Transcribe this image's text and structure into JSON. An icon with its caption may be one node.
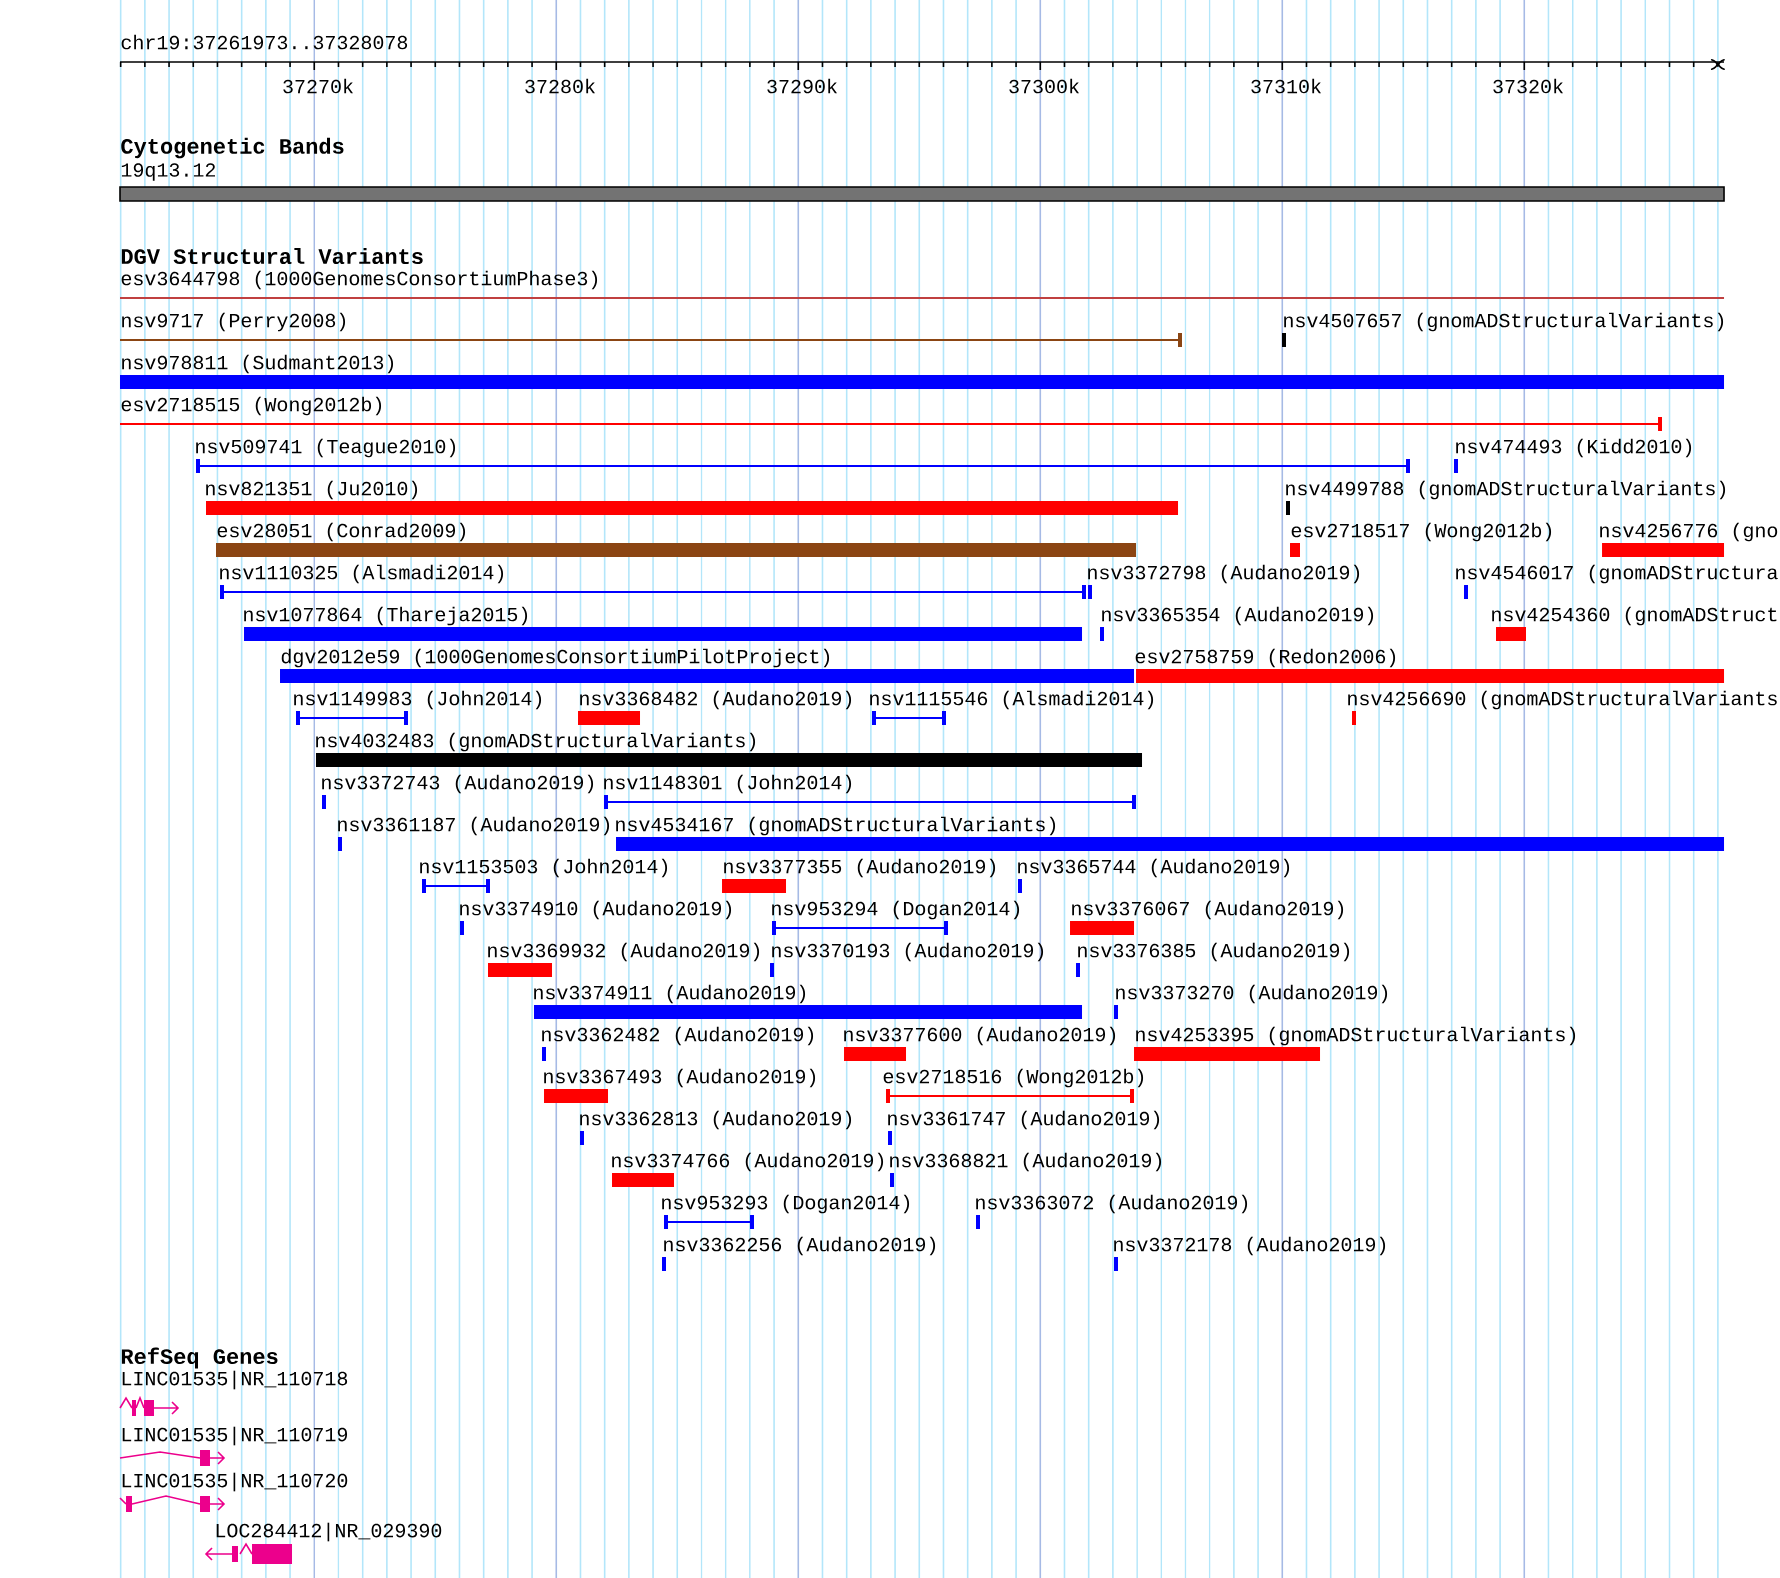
{
  "diagram": {
    "labels": [
      "chr19:37261973..37328078",
      "37270k",
      "37280k",
      "37290k",
      "37300k",
      "37310k",
      "37320k",
      "Cytogenetic Bands",
      "19q13.12",
      "DGV Structural Variants",
      "esv3644798 (1000GenomesConsortiumPhase3)",
      "nsv9717 (Perry2008)",
      "nsv4507657 (gnomADStructuralVariants)",
      "nsv978811 (Sudmant2013)",
      "esv2718515 (Wong2012b)",
      "nsv509741 (Teague2010)",
      "nsv474493 (Kidd2010)",
      "nsv821351 (Ju2010)",
      "nsv4499788 (gnomADStructuralVariants)",
      "esv28051 (Conrad2009)",
      "esv2718517 (Wong2012b)",
      "nsv4256776 (gno",
      "nsv1110325 (Alsmadi2014)",
      "nsv3372798 (Audano2019)",
      "nsv4546017 (gnomADStructura",
      "nsv1077864 (Thareja2015)",
      "nsv3365354 (Audano2019)",
      "nsv4254360 (gnomADStruct",
      "dgv2012e59 (1000GenomesConsortiumPilotProject)",
      "esv2758759 (Redon2006)",
      "nsv1149983 (John2014)",
      "nsv3368482 (Audano2019)",
      "nsv1115546 (Alsmadi2014)",
      "nsv4256690 (gnomADStructuralVariants",
      "nsv4032483 (gnomADStructuralVariants)",
      "nsv3372743 (Audano2019)",
      "nsv1148301 (John2014)",
      "nsv3361187 (Audano2019)",
      "nsv4534167 (gnomADStructuralVariants)",
      "nsv1153503 (John2014)",
      "nsv3377355 (Audano2019)",
      "nsv3365744 (Audano2019)",
      "nsv3374910 (Audano2019)",
      "nsv953294 (Dogan2014)",
      "nsv3376067 (Audano2019)",
      "nsv3369932 (Audano2019)",
      "nsv3370193 (Audano2019)",
      "nsv3376385 (Audano2019)",
      "nsv3374911 (Audano2019)",
      "nsv3373270 (Audano2019)",
      "nsv3362482 (Audano2019)",
      "nsv3377600 (Audano2019)",
      "nsv4253395 (gnomADStructuralVariants)",
      "nsv3367493 (Audano2019)",
      "esv2718516 (Wong2012b)",
      "nsv3362813 (Audano2019)",
      "nsv3361747 (Audano2019)",
      "nsv3374766 (Audano2019)",
      "nsv3368821 (Audano2019)",
      "nsv953293 (Dogan2014)",
      "nsv3363072 (Audano2019)",
      "nsv3362256 (Audano2019)",
      "nsv3372178 (Audano2019)",
      "RefSeq Genes",
      "LINC01535|NR_110718",
      "LINC01535|NR_110719",
      "LINC01535|NR_110720",
      "LOC284412|NR_029390"
    ]
  }
}
